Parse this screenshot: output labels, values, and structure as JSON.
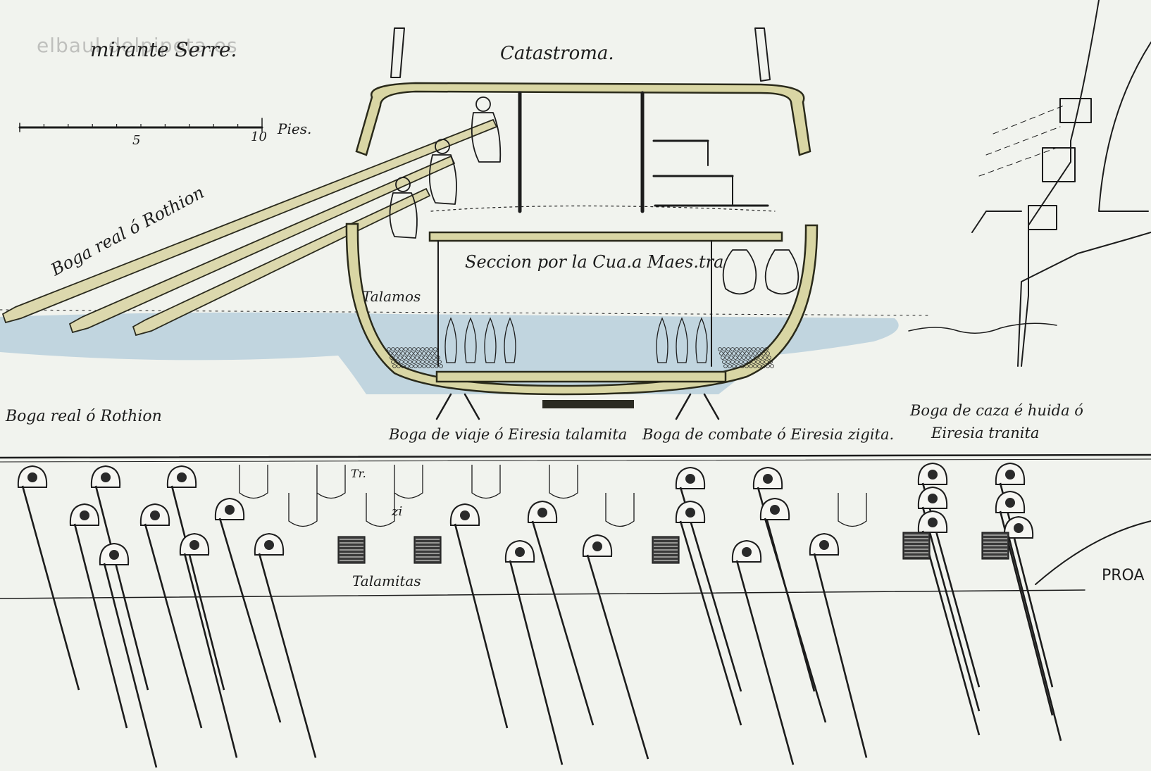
{
  "watermark": "elbaul delpipeta.es",
  "labels": {
    "top_left_heading": "mirante Serre.",
    "deck": "Catastroma.",
    "scale_unit": "Pies.",
    "scale_5": "5",
    "scale_10": "10",
    "oar_top": "Boga real ó Rothion",
    "section": "Seccion por la Cua.a Maes.tra",
    "talamos": "Talamos",
    "left_row": "Boga real ó Rothion",
    "viaje": "Boga de viaje ó Eiresia talamita",
    "combate": "Boga de combate ó Eiresia zigita.",
    "caza_1": "Boga de caza é huida ó",
    "caza_2": "Eiresia tranita",
    "tr": "Tr.",
    "zi": "zi",
    "talamitas": "Talamitas",
    "proa": "PROA"
  },
  "colors": {
    "paper": "#f1f3ee",
    "ink": "#1c1c1c",
    "hull_ochre": "#d9d6a4",
    "water_blue": "#b9cfdc"
  }
}
